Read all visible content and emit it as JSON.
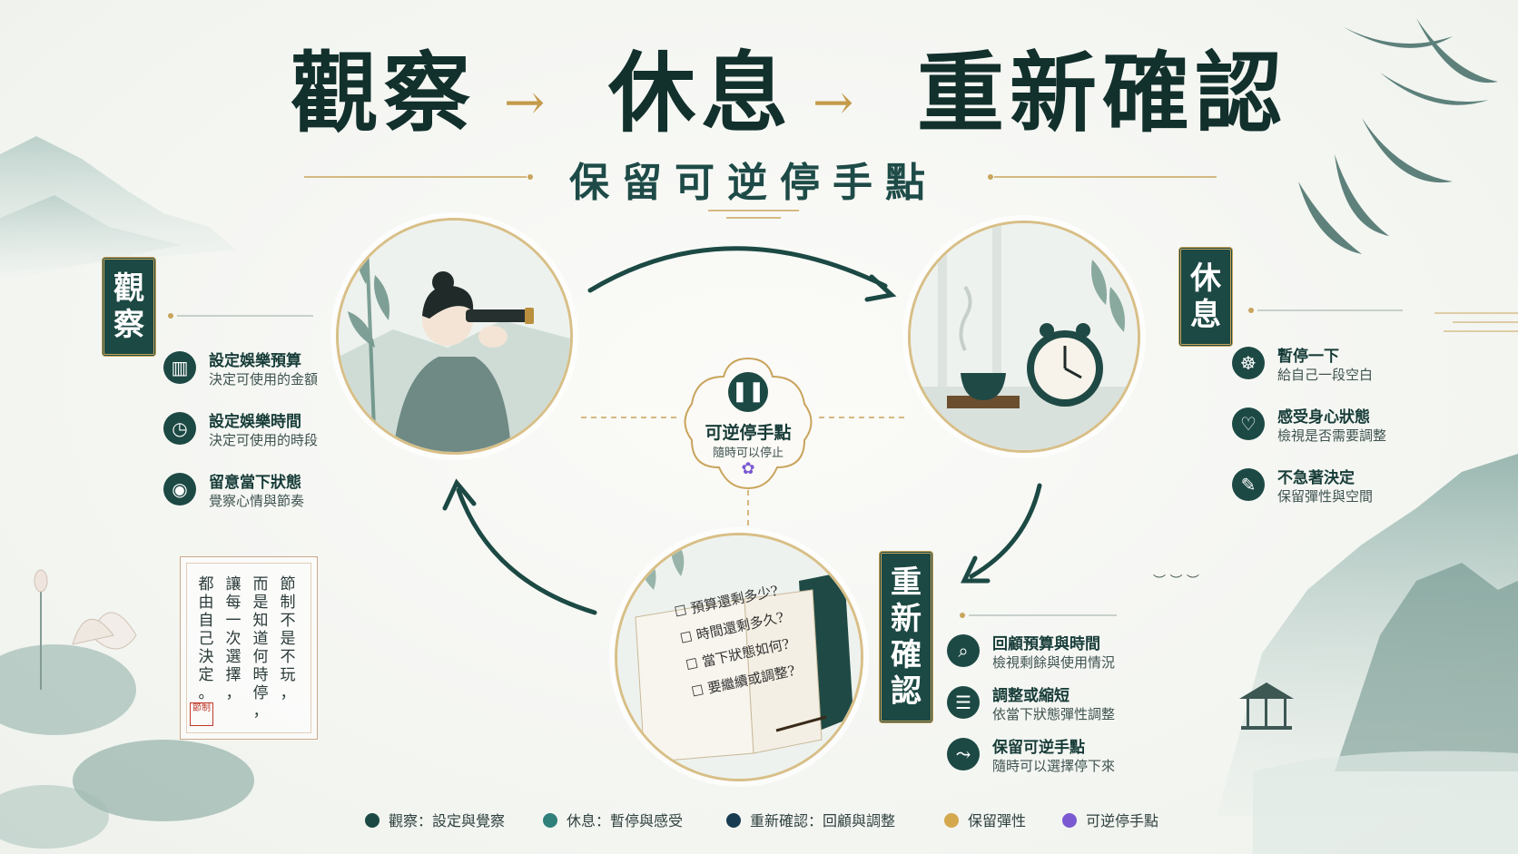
{
  "title": {
    "word1": "觀察",
    "arrow1": "→",
    "word2": "休息",
    "arrow2": "→",
    "word3": "重新確認"
  },
  "subtitle": "保留可逆停手點",
  "sections": {
    "observe": {
      "label": [
        "觀",
        "察"
      ],
      "items": [
        {
          "icon": "bar-chart-icon",
          "glyph": "▥",
          "title": "設定娛樂預算",
          "desc": "決定可使用的金額"
        },
        {
          "icon": "clock-icon",
          "glyph": "◷",
          "title": "設定娛樂時間",
          "desc": "決定可使用的時段"
        },
        {
          "icon": "eye-icon",
          "glyph": "◉",
          "title": "留意當下狀態",
          "desc": "覺察心情與節奏"
        }
      ]
    },
    "rest": {
      "label": [
        "休",
        "息"
      ],
      "items": [
        {
          "icon": "meditation-icon",
          "glyph": "☸",
          "title": "暫停一下",
          "desc": "給自己一段空白"
        },
        {
          "icon": "heart-icon",
          "glyph": "♡",
          "title": "感受身心狀態",
          "desc": "檢視是否需要調整"
        },
        {
          "icon": "feather-icon",
          "glyph": "✎",
          "title": "不急著決定",
          "desc": "保留彈性與空間"
        }
      ]
    },
    "reconfirm": {
      "label": [
        "重",
        "新",
        "確",
        "認"
      ],
      "items": [
        {
          "icon": "search-icon",
          "glyph": "⌕",
          "title": "回顧預算與時間",
          "desc": "檢視剩餘與使用情況"
        },
        {
          "icon": "sliders-icon",
          "glyph": "☰",
          "title": "調整或縮短",
          "desc": "依當下狀態彈性調整"
        },
        {
          "icon": "branch-icon",
          "glyph": "⤳",
          "title": "保留可逆手點",
          "desc": "隨時可以選擇停下來"
        }
      ]
    }
  },
  "center": {
    "icon": "pause-icon",
    "title": "可逆停手點",
    "desc": "隨時可以停止",
    "lotus": "lotus-icon"
  },
  "checklist": [
    "預算還剩多少?",
    "時間還剩多久?",
    "當下狀態如何?",
    "要繼續或調整?"
  ],
  "quote": {
    "columns": [
      "節制不是不玩，",
      "而是知道何時停，",
      "讓每一次選擇，",
      "都由自己決定。"
    ],
    "seal": "節制"
  },
  "legend": [
    {
      "color": "#1c4944",
      "label": "觀察：設定與覺察"
    },
    {
      "color": "#2f7f7a",
      "label": "休息：暫停與感受"
    },
    {
      "color": "#173c52",
      "label": "重新確認：回顧與調整"
    },
    {
      "color": "#d4a84d",
      "label": "保留彈性"
    },
    {
      "color": "#7b5ad1",
      "label": "可逆停手點"
    }
  ],
  "colors": {
    "primary": "#1c4944",
    "gold": "#c9a45c",
    "lotus": "#7b5ad1"
  }
}
